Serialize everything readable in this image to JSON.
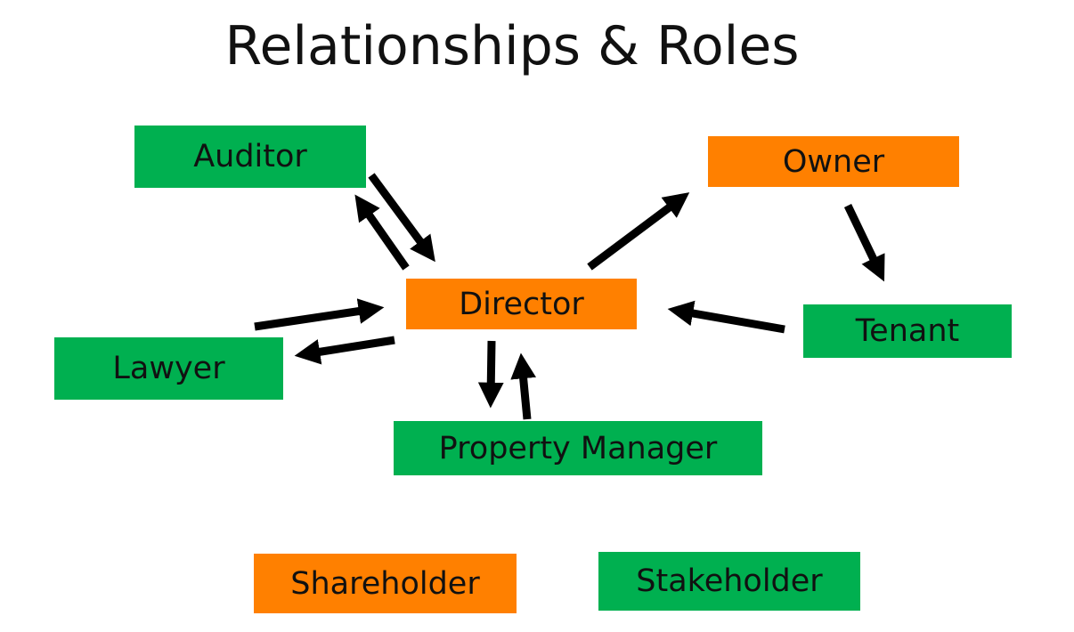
{
  "title": "Relationships & Roles",
  "colors": {
    "green": "#00b050",
    "orange": "#ff8000",
    "arrow": "#000000"
  },
  "nodes": {
    "auditor": "Auditor",
    "owner": "Owner",
    "director": "Director",
    "tenant": "Tenant",
    "lawyer": "Lawyer",
    "property_manager": "Property Manager",
    "shareholder": "Shareholder",
    "stakeholder": "Stakeholder"
  },
  "edges": [
    {
      "from": "auditor",
      "to": "director"
    },
    {
      "from": "director",
      "to": "auditor"
    },
    {
      "from": "director",
      "to": "owner"
    },
    {
      "from": "owner",
      "to": "tenant"
    },
    {
      "from": "lawyer",
      "to": "director"
    },
    {
      "from": "director",
      "to": "lawyer"
    },
    {
      "from": "tenant",
      "to": "director"
    },
    {
      "from": "director",
      "to": "property_manager"
    },
    {
      "from": "property_manager",
      "to": "director"
    }
  ]
}
